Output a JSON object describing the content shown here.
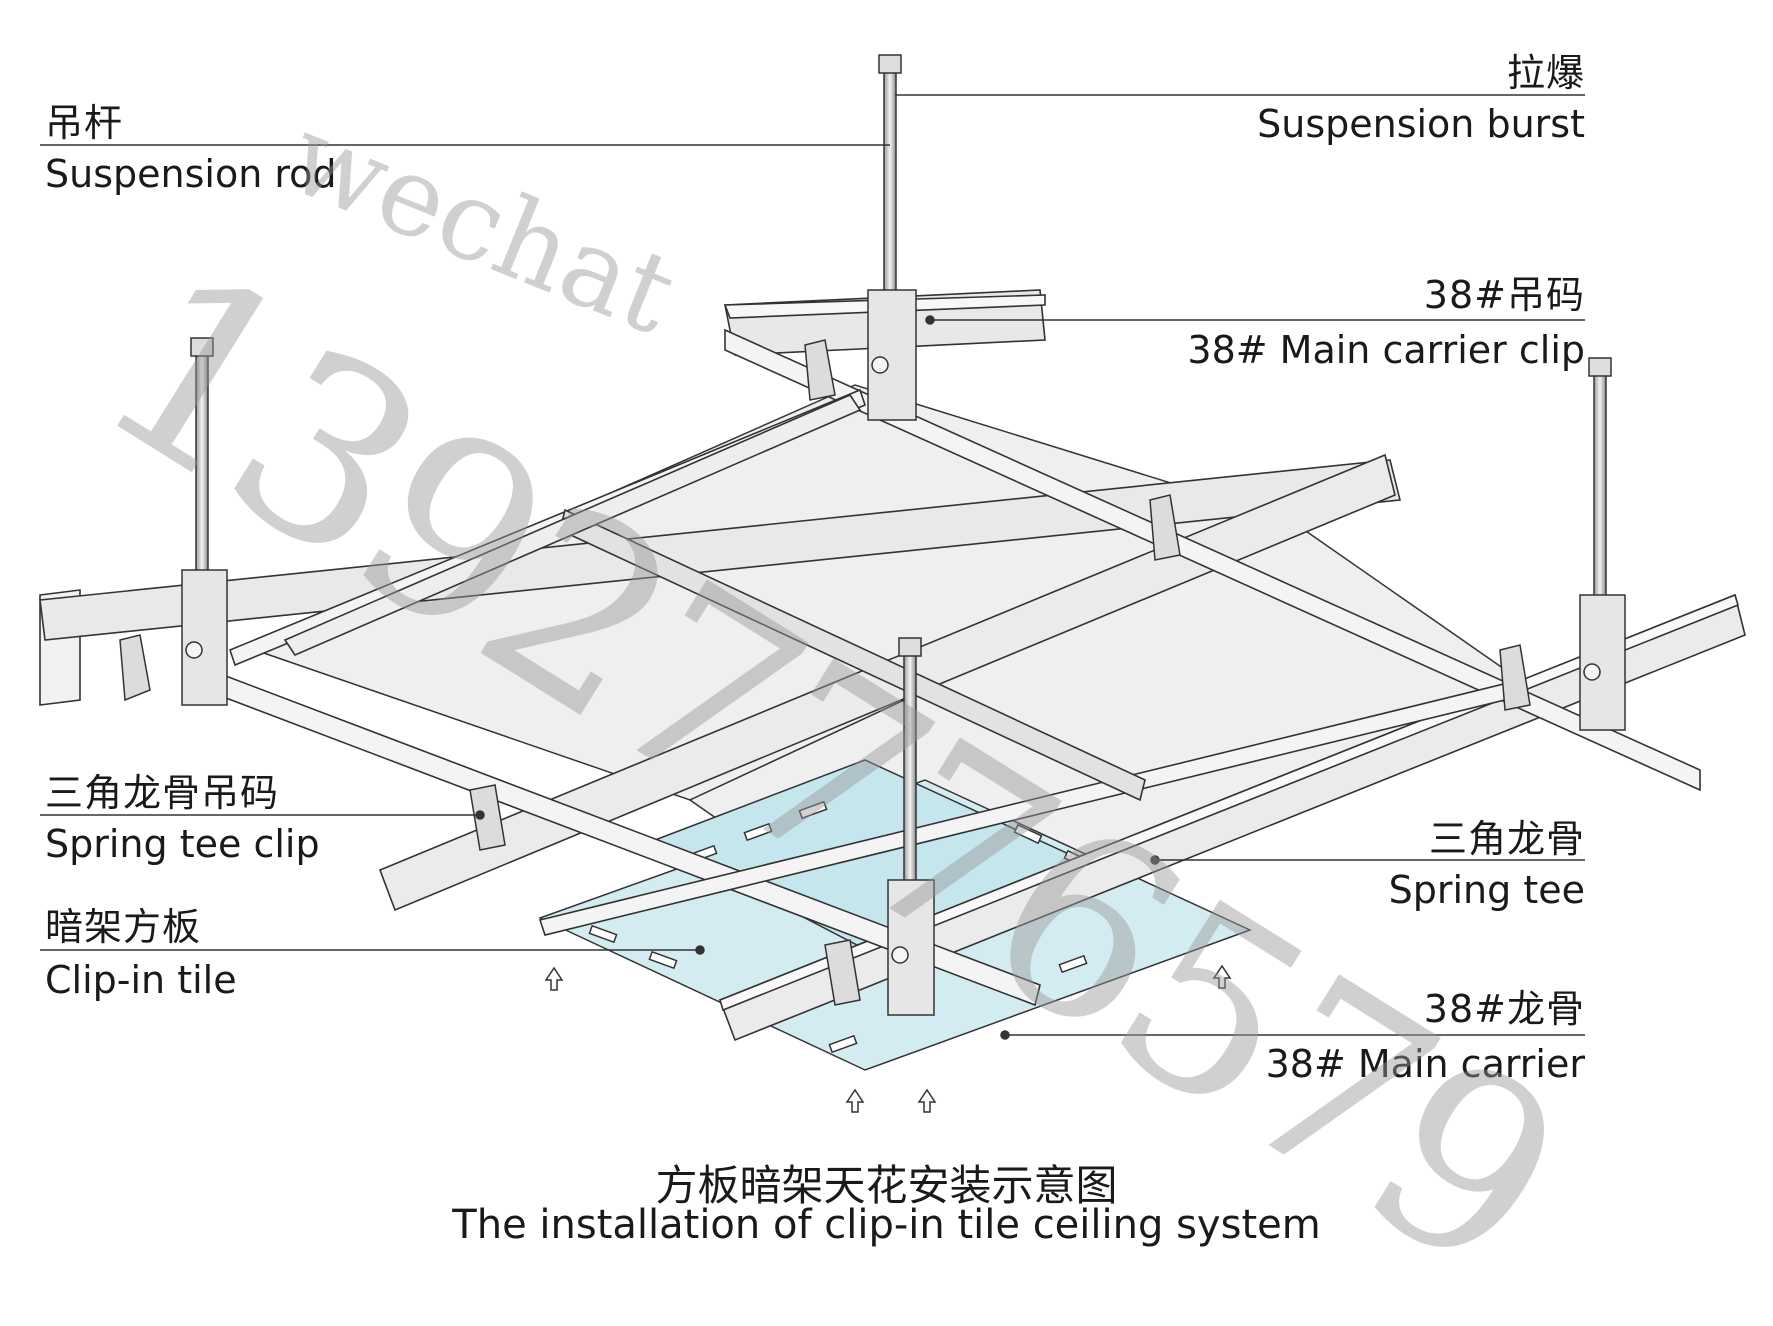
{
  "labels": {
    "suspension_rod": {
      "zh": "吊杆",
      "en": "Suspension rod"
    },
    "suspension_burst": {
      "zh": "拉爆",
      "en": "Suspension burst"
    },
    "main_carrier_clip": {
      "zh": "38#吊码",
      "en": "38# Main carrier clip"
    },
    "spring_tee_clip": {
      "zh": "三角龙骨吊码",
      "en": "Spring tee clip"
    },
    "spring_tee": {
      "zh": "三角龙骨",
      "en": "Spring tee"
    },
    "clip_in_tile": {
      "zh": "暗架方板",
      "en": "Clip-in tile"
    },
    "main_carrier": {
      "zh": "38#龙骨",
      "en": "38# Main carrier"
    }
  },
  "caption": {
    "zh": "方板暗架天花安装示意图",
    "en": "The installation of clip-in tile ceiling system"
  },
  "watermark": {
    "word": "wechat",
    "number": "13927776579"
  },
  "colors": {
    "line": "#333333",
    "metal": "#e6e6e6",
    "panel": "#efefef",
    "tile": "#c6e6ee",
    "watermark": "#9a9a9a"
  }
}
